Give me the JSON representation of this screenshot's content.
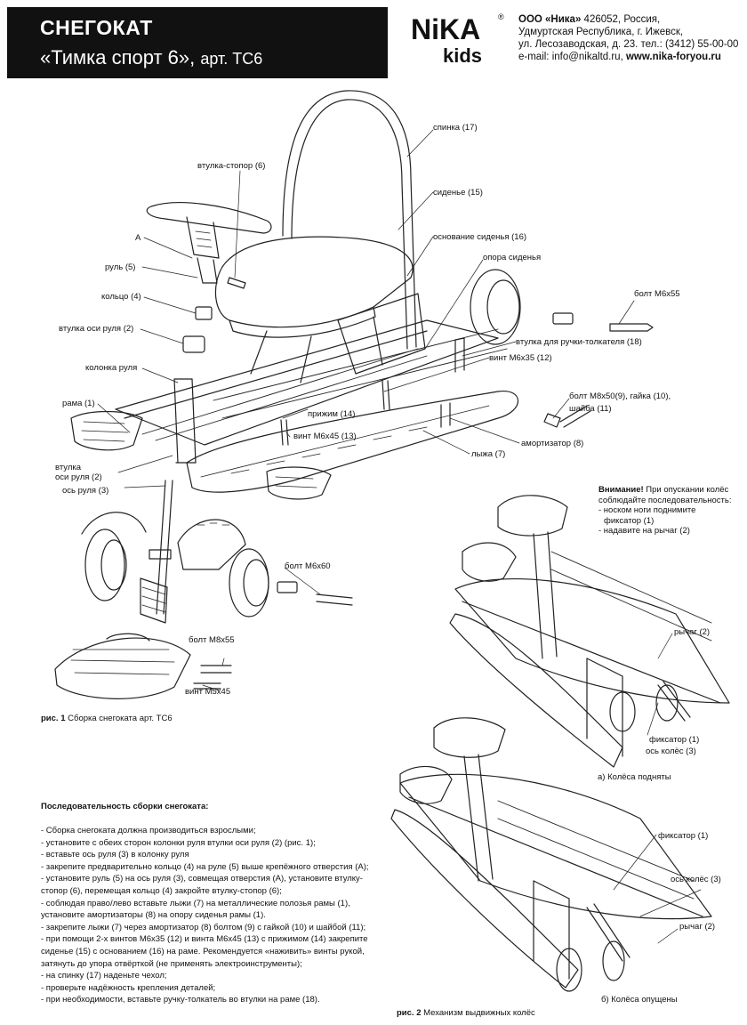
{
  "header": {
    "title": "СНЕГОКАТ",
    "subtitle_main": "«Тимка спорт 6»,",
    "subtitle_art": "арт. ТС6"
  },
  "logo": {
    "top": "NiKA",
    "bottom": "kids",
    "registered": "®"
  },
  "company": {
    "line1_bold": "ООО «Ника»",
    "line1_rest": " 426052, Россия,",
    "line2": "Удмуртская Республика, г. Ижевск,",
    "line3": "ул. Лесозаводская, д. 23. тел.: (3412) 55-00-00",
    "line4_email": "e-mail: info@nikaltd.ru, ",
    "line4_site": "www.nika-foryou.ru"
  },
  "labels": {
    "spinka": "спинка (17)",
    "vtulka_stopor": "втулка-стопор (6)",
    "sidenye": "сиденье (15)",
    "osnovanie": "основание сиденья (16)",
    "opora": "опора сиденья",
    "a": "A",
    "rul": "руль (5)",
    "bolt_m6x55": "болт М6х55",
    "koltso": "кольцо (4)",
    "vtulka_osi": "втулка оси руля (2)",
    "vtulka_ruchki": "втулка для ручки-толкателя (18)",
    "vint_m6x35": "винт М6х35 (12)",
    "kolonka": "колонка руля",
    "rama": "рама (1)",
    "prizhim": "прижим (14)",
    "bolt_m8x50": "болт М8х50(9), гайка (10),",
    "shaiba": "шайба (11)",
    "vint_m6x45": "винт М6х45 (13)",
    "amortizator": "амортизатор (8)",
    "lyzha": "лыжа (7)",
    "vtulka_osi_2a": "втулка",
    "vtulka_osi_2b": "оси руля (2)",
    "os_rulya": "ось руля (3)",
    "bolt_m6x60": "болт М6х60",
    "bolt_m8x55": "болт М8х55",
    "vint_m5x45": "винт М5х45",
    "rychag_top": "рычаг (2)",
    "fiksator_top": "фиксатор (1)",
    "os_koles_top": "ось колёс (3)",
    "caption_a": "а) Колёса подняты",
    "fiksator_bottom": "фиксатор (1)",
    "os_koles_bottom": "ось колёс (3)",
    "rychag_bottom": "рычаг (2)",
    "caption_b": "б) Колёса опущены"
  },
  "captions": {
    "fig1_num": "рис. 1",
    "fig1_text": " Сборка снегоката арт. ТС6",
    "fig2_num": "рис. 2",
    "fig2_text": " Механизм выдвижных колёс"
  },
  "note": {
    "title": "Внимание!",
    "text": " При опускании колёс соблюдайте последовательность:",
    "item1": "- носком ноги поднимите",
    "item1b": "  фиксатор (1)",
    "item2": "- надавите на рычаг (2)"
  },
  "sequence": {
    "title": "Последовательность сборки снегоката:",
    "lines": [
      "- Сборка снегоката должна производиться взрослыми;",
      "- установите с обеих сторон колонки руля втулки оси руля (2) (рис. 1);",
      "- вставьте ось руля (3) в колонку руля",
      "- закрепите предварительно кольцо (4) на руле (5) выше крепёжного отверстия (А);",
      "- установите руль (5) на ось руля (3), совмещая отверстия (А), установите втулку-",
      "стопор (6), перемещая кольцо (4) закройте втулку-стопор (6);",
      "- соблюдая право/лево вставьте лыжи (7) на металлические полозья рамы (1),",
      "установите амортизаторы (8) на опору сиденья рамы (1).",
      "- закрепите лыжи (7) через амортизатор (8) болтом (9) с гайкой (10) и шайбой (11);",
      "- при помощи 2-х винтов М6х35 (12) и винта М6х45 (13) с прижимом (14) закрепите",
      "сиденье (15) с основанием (16) на раме. Рекомендуется «наживить» винты рукой,",
      "затянуть до упора отвёрткой (не применять электроинструменты);",
      "- на спинку (17) наденьте чехол;",
      "- проверьте надёжность крепления деталей;",
      "- при необходимости, вставьте ручку-толкатель во втулки на раме (18)."
    ]
  }
}
